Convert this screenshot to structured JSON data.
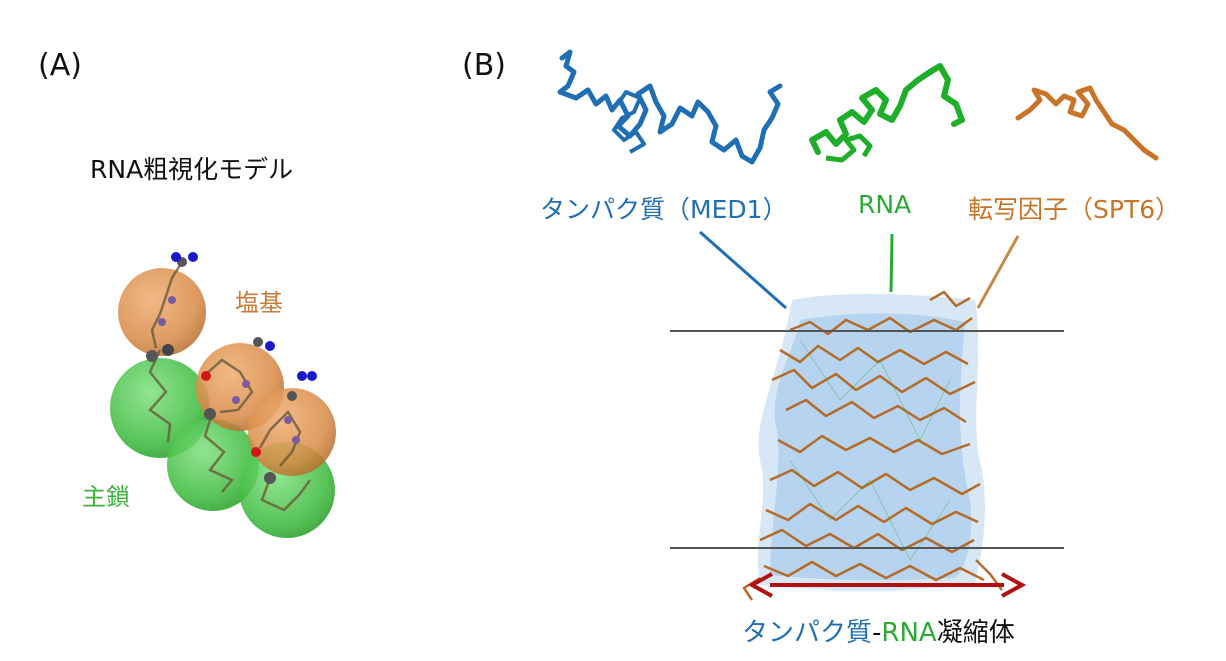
{
  "panels": {
    "a": "(A)",
    "b": "(B)"
  },
  "panel_a": {
    "title": "RNA粗視化モデル",
    "base_label": "塩基",
    "backbone_label": "主鎖"
  },
  "panel_b": {
    "protein_label": "タンパク質（MED1）",
    "rna_label": "RNA",
    "tf_label": "転写因子（SPT6）",
    "condensate_label": {
      "part1": "タンパク質",
      "part2": "-",
      "part3": "RNA",
      "part4": "凝縮体"
    }
  },
  "colors": {
    "protein": "#1f6fb2",
    "rna": "#2aab35",
    "tf": "#c87429",
    "base_sphere": "#d9904a",
    "backbone_sphere": "#3fbf3f",
    "arrow": "#b01010"
  }
}
